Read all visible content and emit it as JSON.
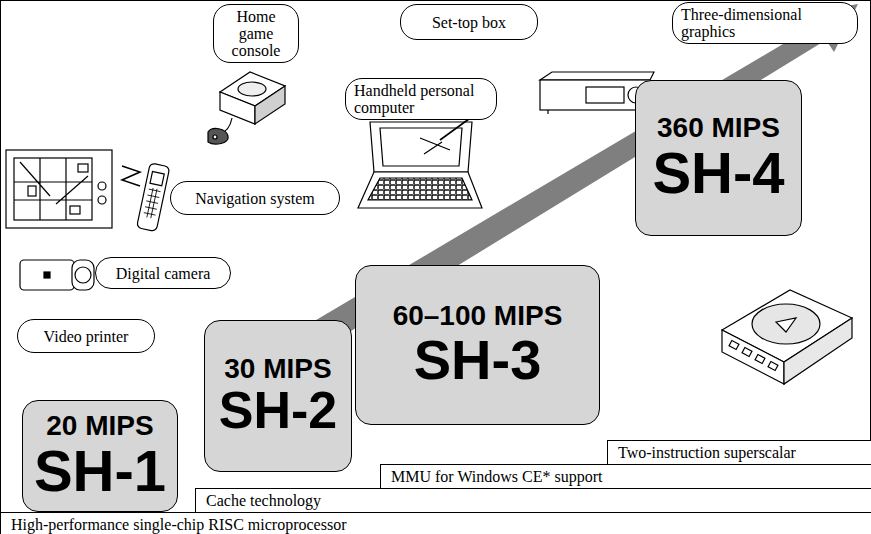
{
  "diagram": {
    "nodes": [
      {
        "text": [
          "Home game console"
        ]
      },
      {
        "text": [
          "Set-top box"
        ]
      },
      {
        "text": [
          "Three-dimensional graphics"
        ]
      },
      {
        "text": [
          "Handheld personal computer"
        ]
      },
      {
        "text": [
          "Navigation system"
        ]
      },
      {
        "text": [
          "360 MIPS",
          "SH-4"
        ]
      },
      {
        "text": [
          "Digital camera"
        ]
      },
      {
        "text": [
          "60–100 MIPS",
          "SH-3"
        ]
      },
      {
        "text": [
          "Video printer"
        ]
      },
      {
        "text": [
          "30 MIPS",
          "SH-2"
        ]
      },
      {
        "text": [
          "20 MIPS",
          "SH-1"
        ]
      },
      {
        "text": [
          "Two-instruction superscalar"
        ]
      },
      {
        "text": [
          "MMU for Windows CE* support"
        ]
      },
      {
        "text": [
          "Cache technology"
        ]
      },
      {
        "text": [
          "High-performance single-chip RISC microprocessor"
        ]
      }
    ]
  }
}
